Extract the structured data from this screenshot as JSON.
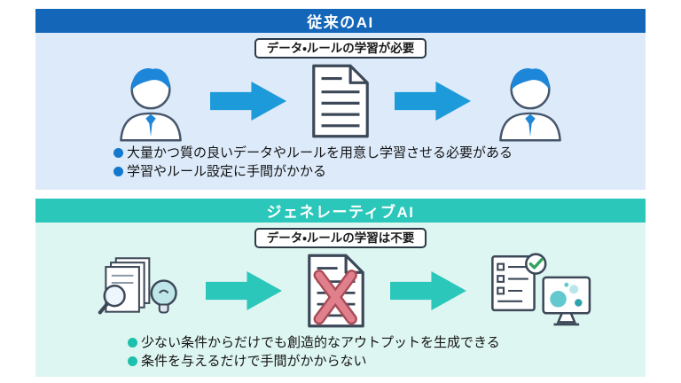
{
  "sections": {
    "traditional": {
      "title": "従来のAI",
      "label": "データ・ルールの学習が必要",
      "bullets": [
        "大量かつ質の良いデータやルールを用意し学習させる必要がある",
        "学習やルール設定に手間がかかる"
      ],
      "flow_icons": [
        "person-icon",
        "arrow-right-icon",
        "document-icon",
        "arrow-right-icon",
        "person-icon"
      ]
    },
    "generative": {
      "title": "ジェネレーティブAI",
      "label": "データ・ルールの学習は不要",
      "bullets": [
        "少ない条件からだけでも創造的なアウトプットを生成できる",
        "条件を与えるだけで手間がかからない"
      ],
      "flow_icons": [
        "documents-magnifier-lightbulb-icon",
        "arrow-right-icon",
        "crossed-out-document-icon",
        "arrow-right-icon",
        "checklist-monitor-icon"
      ]
    }
  },
  "colors": {
    "traditional_header": "#1366b8",
    "traditional_panel_bg": "#dceafa",
    "traditional_arrow": "#1d9ad9",
    "traditional_bullet_dot": "#1478cc",
    "generative_header": "#2cc7bb",
    "generative_panel_bg": "#def6f1",
    "generative_arrow": "#2cc7bb",
    "generative_bullet_dot": "#1cc0ad",
    "cross_mark": "#d95f6d",
    "check_mark": "#2fa45c",
    "person_accent": "#1d86d8"
  }
}
